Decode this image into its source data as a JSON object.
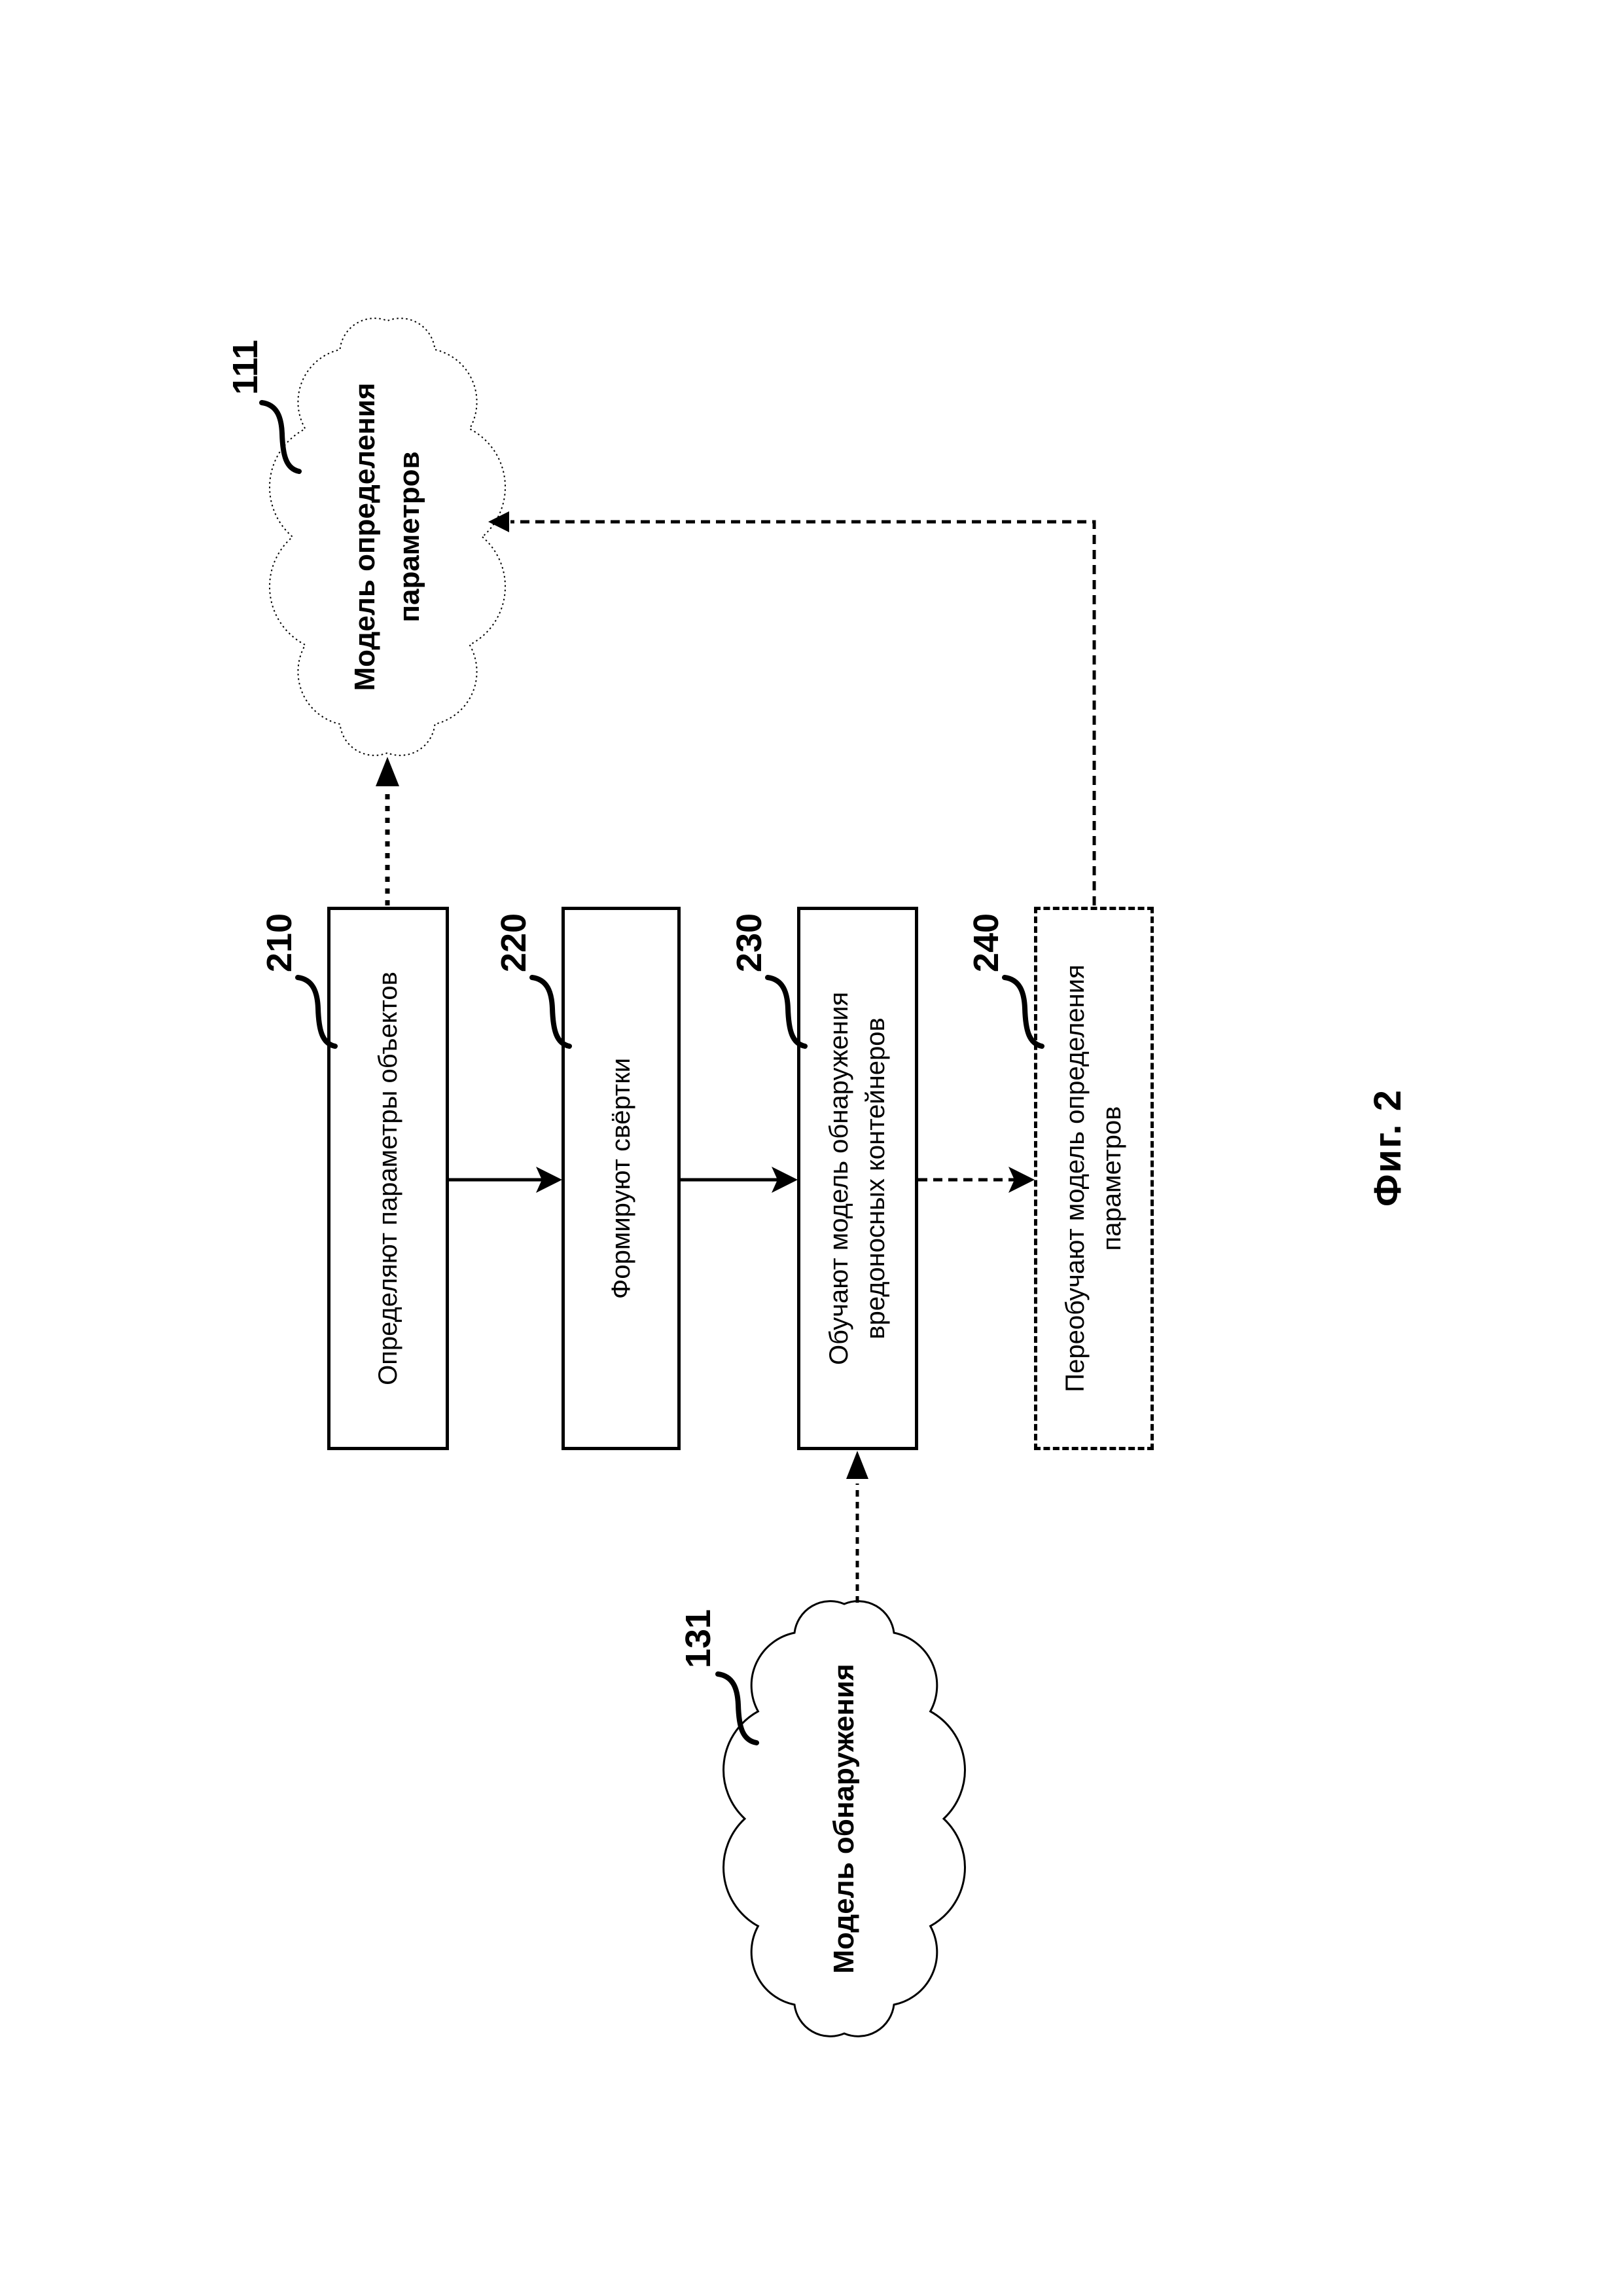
{
  "figure": {
    "caption": "Фиг. 2"
  },
  "clouds": {
    "parameters_model": {
      "ref": "111",
      "label": "Модель определения параметров"
    },
    "detection_model": {
      "ref": "131",
      "label": "Модель обнаружения"
    }
  },
  "steps": {
    "determine_parameters": {
      "ref": "210",
      "label": "Определяют параметры объектов",
      "border": "solid"
    },
    "form_convolutions": {
      "ref": "220",
      "label": "Формируют свёртки",
      "border": "solid"
    },
    "train_detection_model": {
      "ref": "230",
      "label": "Обучают модель обнаружения вредоносных контейнеров",
      "border": "solid"
    },
    "retrain_parameters_model": {
      "ref": "240",
      "label": "Переобучают модель определения параметров",
      "border": "dashed"
    }
  },
  "edges": [
    {
      "from": "210",
      "to": "111",
      "style": "dotted",
      "arrow": "into-111"
    },
    {
      "from": "210",
      "to": "220",
      "style": "solid",
      "arrow": "into-220"
    },
    {
      "from": "220",
      "to": "230",
      "style": "solid",
      "arrow": "into-230"
    },
    {
      "from": "230",
      "to": "240",
      "style": "dashed",
      "arrow": "into-240"
    },
    {
      "from": "131",
      "to": "230",
      "style": "dotted",
      "arrow": "into-230"
    },
    {
      "from": "240",
      "to": "111",
      "style": "dashed",
      "arrow": "into-111"
    }
  ],
  "colors": {
    "ink": "#000000",
    "paper": "#ffffff"
  }
}
